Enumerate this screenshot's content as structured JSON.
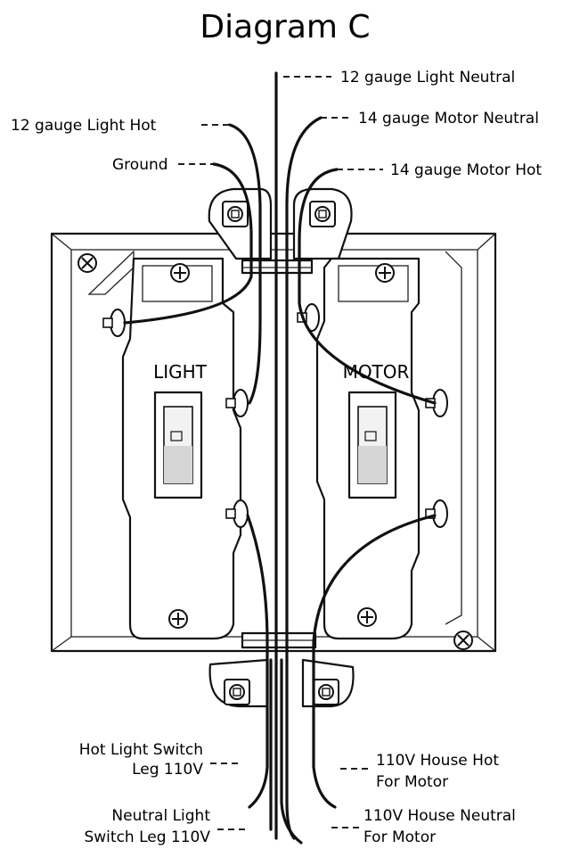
{
  "title": "Diagram C",
  "switches": {
    "left": "LIGHT",
    "right": "MOTOR"
  },
  "callouts": {
    "light_neutral": "12 gauge Light Neutral",
    "light_hot": "12 gauge Light Hot",
    "motor_neutral": "14 gauge Motor Neutral",
    "ground": "Ground",
    "motor_hot": "14 gauge Motor Hot",
    "hot_switch_leg": [
      "Hot Light Switch",
      "Leg 110V"
    ],
    "house_hot": [
      "110V House Hot",
      "For Motor"
    ],
    "neutral_switch_leg": [
      "Neutral Light",
      "Switch Leg 110V"
    ],
    "house_neutral": [
      "110V House Neutral",
      "For Motor"
    ]
  }
}
